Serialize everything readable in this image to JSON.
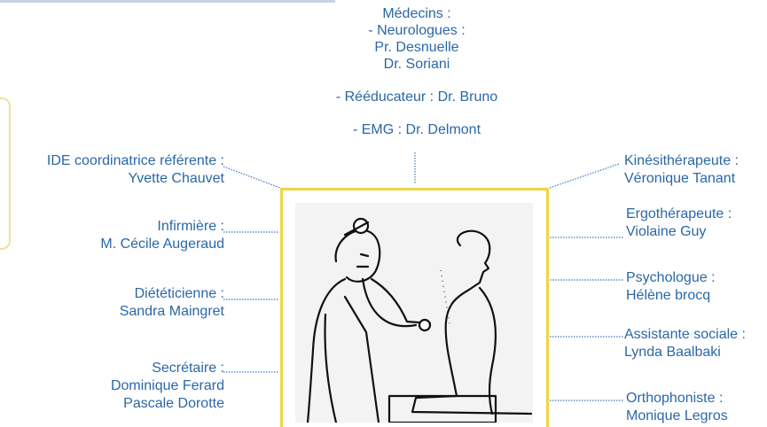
{
  "top": {
    "medecins_title": "Médecins :",
    "neuro_title": "- Neurologues :",
    "neuro_1": "Pr. Desnuelle",
    "neuro_2": "Dr. Soriani",
    "reeducateur": "- Rééducateur : Dr. Bruno",
    "emg": "- EMG : Dr. Delmont"
  },
  "left": [
    {
      "role": "IDE coordinatrice référente :",
      "names": [
        "Yvette Chauvet"
      ]
    },
    {
      "role": "Infirmière :",
      "names": [
        "M. Cécile Augeraud"
      ]
    },
    {
      "role": "Diététicienne :",
      "names": [
        "Sandra Maingret"
      ]
    },
    {
      "role": "Secrétaire :",
      "names": [
        "Dominique Ferard",
        "Pascale Dorotte"
      ]
    }
  ],
  "right": [
    {
      "role": "Kinésithérapeute :",
      "names": [
        "Véronique Tanant"
      ]
    },
    {
      "role": "Ergothérapeute :",
      "names": [
        "Violaine Guy"
      ]
    },
    {
      "role": "Psychologue :",
      "names": [
        "Hélène brocq"
      ]
    },
    {
      "role": "Assistante sociale :",
      "names": [
        "Lynda Baalbaki"
      ]
    },
    {
      "role": "Orthophoniste :",
      "names": [
        "Monique Legros"
      ]
    }
  ],
  "colors": {
    "text": "#2b67a6",
    "frame": "#f0d545",
    "connector": "#3a78b8"
  },
  "illustration": "doctor-examining-patient-illustration"
}
